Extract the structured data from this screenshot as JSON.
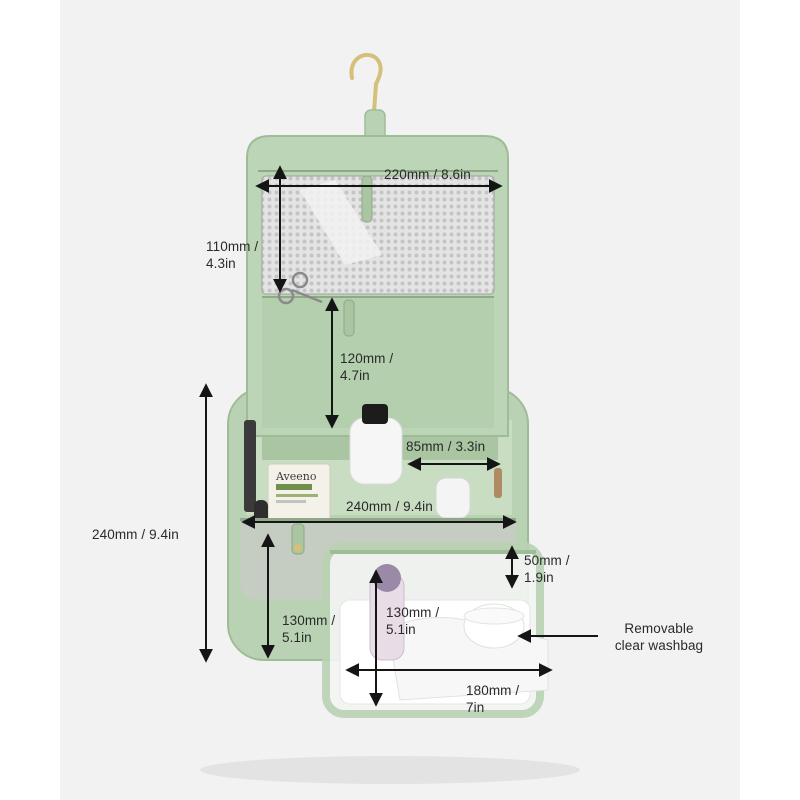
{
  "product": {
    "brand_text": "Aveeno"
  },
  "labels": {
    "flap_width": "220mm / 8.6in",
    "mesh_pocket_height": "110mm /\n4.3in",
    "lower_pocket_height": "120mm /\n4.7in",
    "inner_pocket_width": "85mm / 3.3in",
    "bag_width": "240mm / 9.4in",
    "bag_height": "240mm / 9.4in",
    "bag_depth": "130mm /\n5.1in",
    "washbag_depth": "50mm /\n1.9in",
    "washbag_height": "130mm /\n5.1in",
    "washbag_width": "180mm /\n7in",
    "washbag_callout": "Removable\nclear washbag"
  },
  "colors": {
    "sage": "#b9d2b3",
    "sage_dark": "#9fbc98",
    "mesh": "#d9d9d9",
    "arrow": "#151515",
    "hanger": "#d4c07a",
    "backdrop": "#f2f2f2"
  }
}
